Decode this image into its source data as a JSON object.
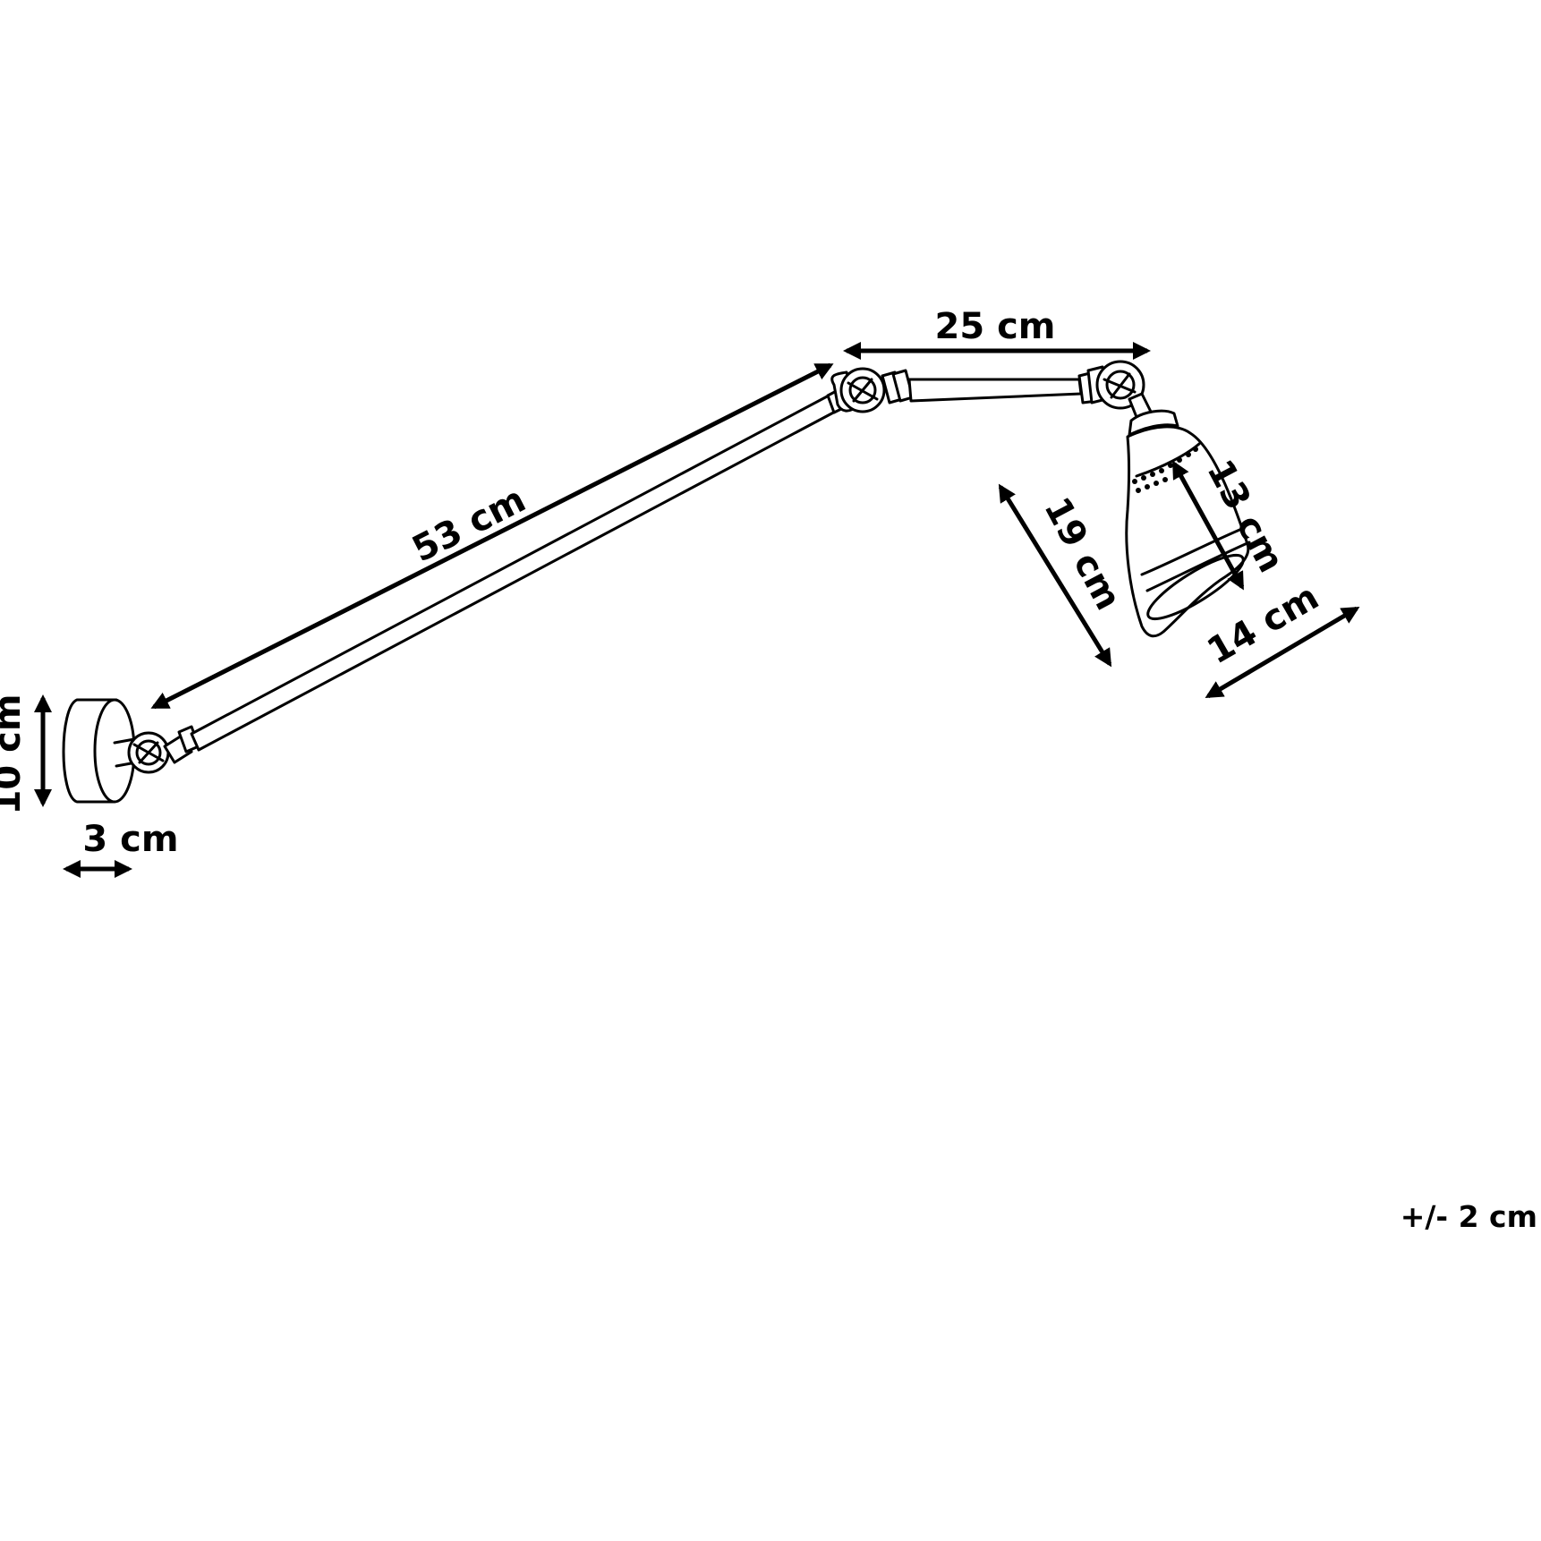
{
  "diagram": {
    "subject": "wall lamp with adjustable arm",
    "dimensions": {
      "arm_long": "53 cm",
      "arm_short": "25 cm",
      "shade_length": "19 cm",
      "shade_height": "13 cm",
      "shade_diameter": "14 cm",
      "base_diameter": "10 cm",
      "base_depth": "3 cm"
    },
    "tolerance": "+/- 2 cm",
    "colors": {
      "line": "#000000",
      "background": "#ffffff"
    }
  }
}
